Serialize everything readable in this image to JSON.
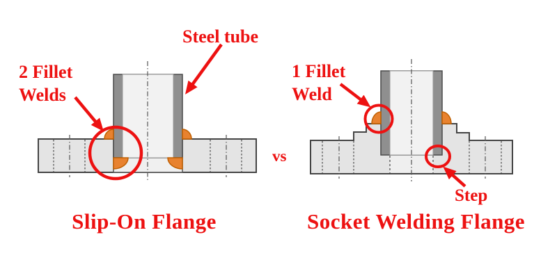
{
  "colors": {
    "annotation_red": "#ed1111",
    "weld_orange_fill": "#e8822f",
    "weld_orange_edge": "#bf5f00",
    "tube_wall_gray": "#8f8f8f",
    "tube_bore_light": "#f2f2f2",
    "flange_fill_gray": "#e4e4e4",
    "outline_dark": "#444444",
    "background": "#ffffff"
  },
  "left_diagram": {
    "title": "Slip-On Flange",
    "steel_tube_label": "Steel tube",
    "fillet_welds_label_line1": "2 Fillet",
    "fillet_welds_label_line2": "Welds"
  },
  "comparison": {
    "vs_label": "vs"
  },
  "right_diagram": {
    "title": "Socket Welding Flange",
    "fillet_weld_label_line1": "1 Fillet",
    "fillet_weld_label_line2": "Weld",
    "step_label": "Step"
  }
}
